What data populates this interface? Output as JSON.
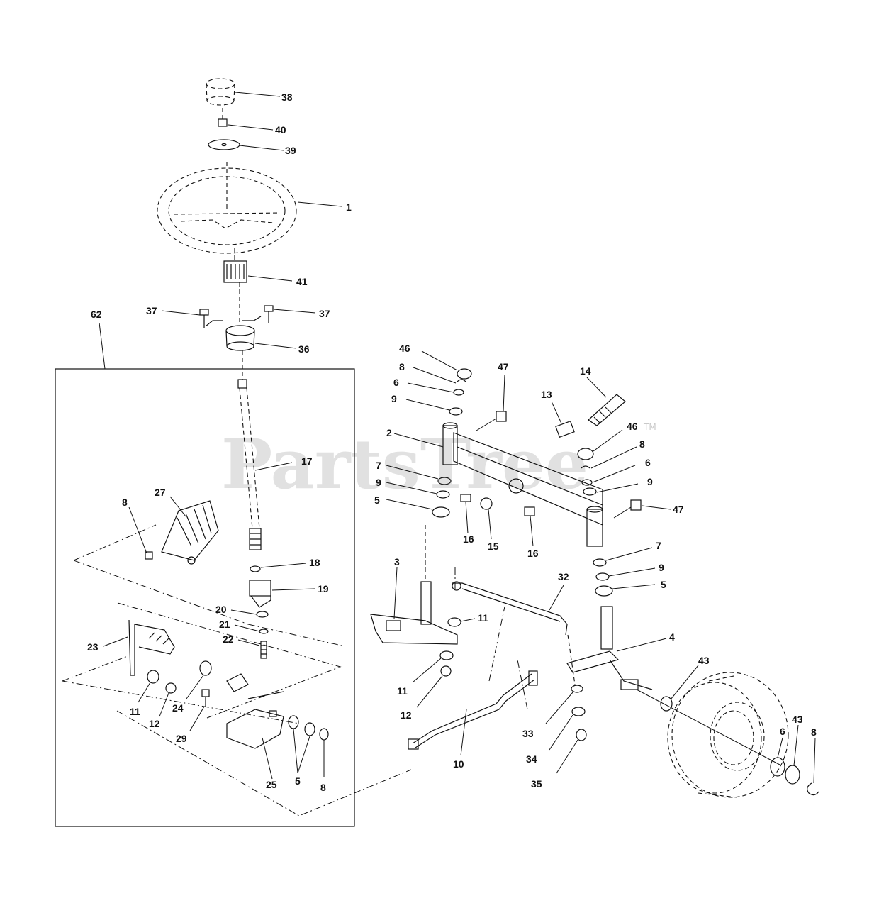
{
  "watermark": {
    "text": "PartsTree",
    "mark": "TM"
  },
  "callouts": {
    "c38": "38",
    "c40": "40",
    "c39": "39",
    "c1": "1",
    "c41": "41",
    "c37a": "37",
    "c37b": "37",
    "c36": "36",
    "c62": "62",
    "c17": "17",
    "c27": "27",
    "c8a": "8",
    "c18": "18",
    "c19": "19",
    "c20": "20",
    "c21": "21",
    "c22": "22",
    "c23": "23",
    "c11a": "11",
    "c12a": "12",
    "c24": "24",
    "c29": "29",
    "c25": "25",
    "c5a": "5",
    "c8b": "8",
    "c46a": "46",
    "c8c": "8",
    "c6a": "6",
    "c9a": "9",
    "c47a": "47",
    "c2": "2",
    "c7a": "7",
    "c9b": "9",
    "c5b": "5",
    "c16a": "16",
    "c15": "15",
    "c16b": "16",
    "c13": "13",
    "c14": "14",
    "c46b": "46",
    "c8d": "8",
    "c6b": "6",
    "c9c": "9",
    "c47b": "47",
    "c7b": "7",
    "c9d": "9",
    "c5c": "5",
    "c3": "3",
    "c11b": "11",
    "c11c": "11",
    "c12b": "12",
    "c32": "32",
    "c10": "10",
    "c33": "33",
    "c34": "34",
    "c35": "35",
    "c4": "4",
    "c43a": "43",
    "c6c": "6",
    "c43b": "43",
    "c8e": "8"
  }
}
